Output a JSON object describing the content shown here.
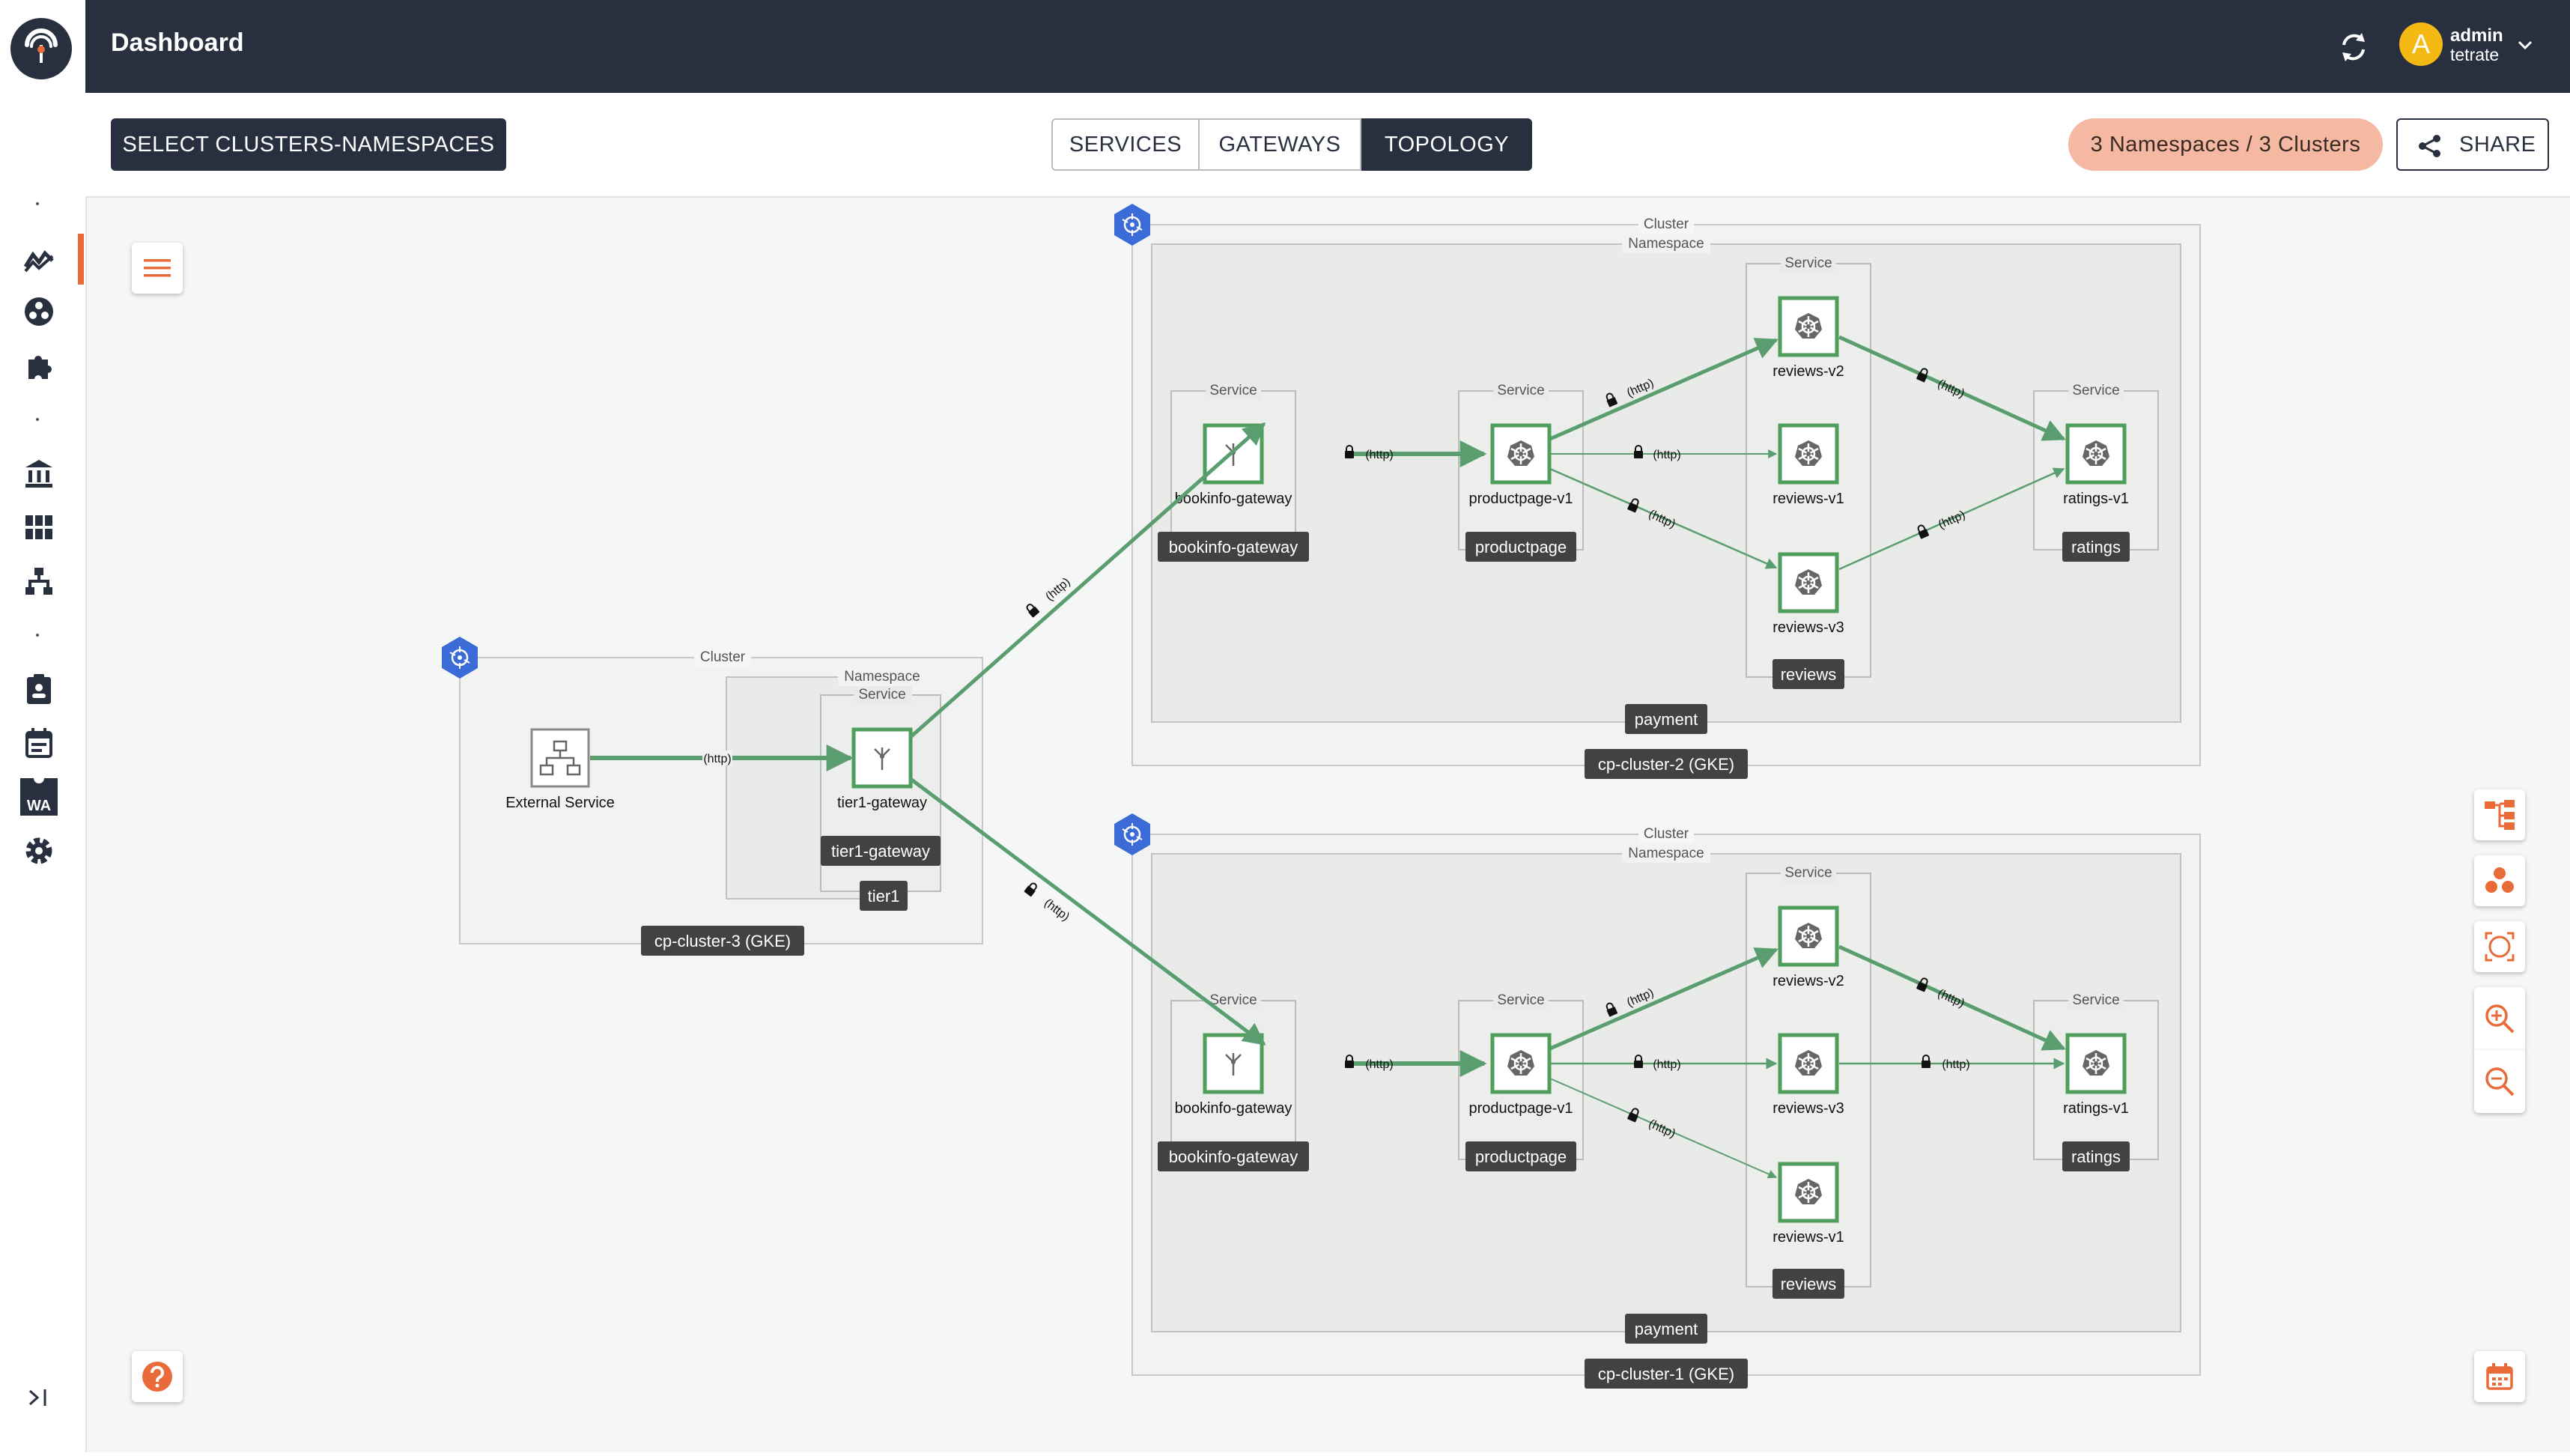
{
  "header": {
    "title": "Dashboard",
    "user": {
      "initial": "A",
      "name": "admin",
      "org": "tetrate"
    }
  },
  "toolbar": {
    "select_label": "SELECT CLUSTERS-NAMESPACES",
    "tabs": [
      {
        "label": "SERVICES",
        "active": false
      },
      {
        "label": "GATEWAYS",
        "active": false
      },
      {
        "label": "TOPOLOGY",
        "active": true
      }
    ],
    "scope_badge": "3 Namespaces / 3 Clusters",
    "share_label": "SHARE"
  },
  "sidebar": {
    "icons": [
      "metrics-icon",
      "services-icon",
      "extensions-icon",
      "organization-icon",
      "workspaces-icon",
      "hierarchy-icon",
      "clipboard-icon",
      "audit-log-icon",
      "wasm-icon",
      "settings-icon"
    ],
    "wasm_text": "WA"
  },
  "topology": {
    "labels": {
      "cluster": "Cluster",
      "namespace": "Namespace",
      "service": "Service",
      "http": "(http)"
    },
    "cluster3": {
      "name": "cp-cluster-3 (GKE)",
      "namespace": "tier1",
      "service": "tier1-gateway",
      "external": "External Service",
      "workload": "tier1-gateway"
    },
    "cluster2": {
      "name": "cp-cluster-2 (GKE)",
      "namespace": "payment",
      "services": [
        "bookinfo-gateway",
        "productpage",
        "reviews",
        "ratings"
      ],
      "workloads": [
        "bookinfo-gateway",
        "productpage-v1",
        "reviews-v2",
        "reviews-v1",
        "reviews-v3",
        "ratings-v1"
      ]
    },
    "cluster1": {
      "name": "cp-cluster-1 (GKE)",
      "namespace": "payment",
      "services": [
        "bookinfo-gateway",
        "productpage",
        "reviews",
        "ratings"
      ],
      "workloads": [
        "bookinfo-gateway",
        "productpage-v1",
        "reviews-v2",
        "reviews-v3",
        "reviews-v1",
        "ratings-v1"
      ]
    }
  },
  "colors": {
    "header_bg": "#283040",
    "accent": "#e96b39",
    "edge": "#5a9e6f",
    "node_border": "#4f9e5c",
    "badge_bg": "#f4b8a3",
    "k8s_blue": "#3a6bd6"
  }
}
